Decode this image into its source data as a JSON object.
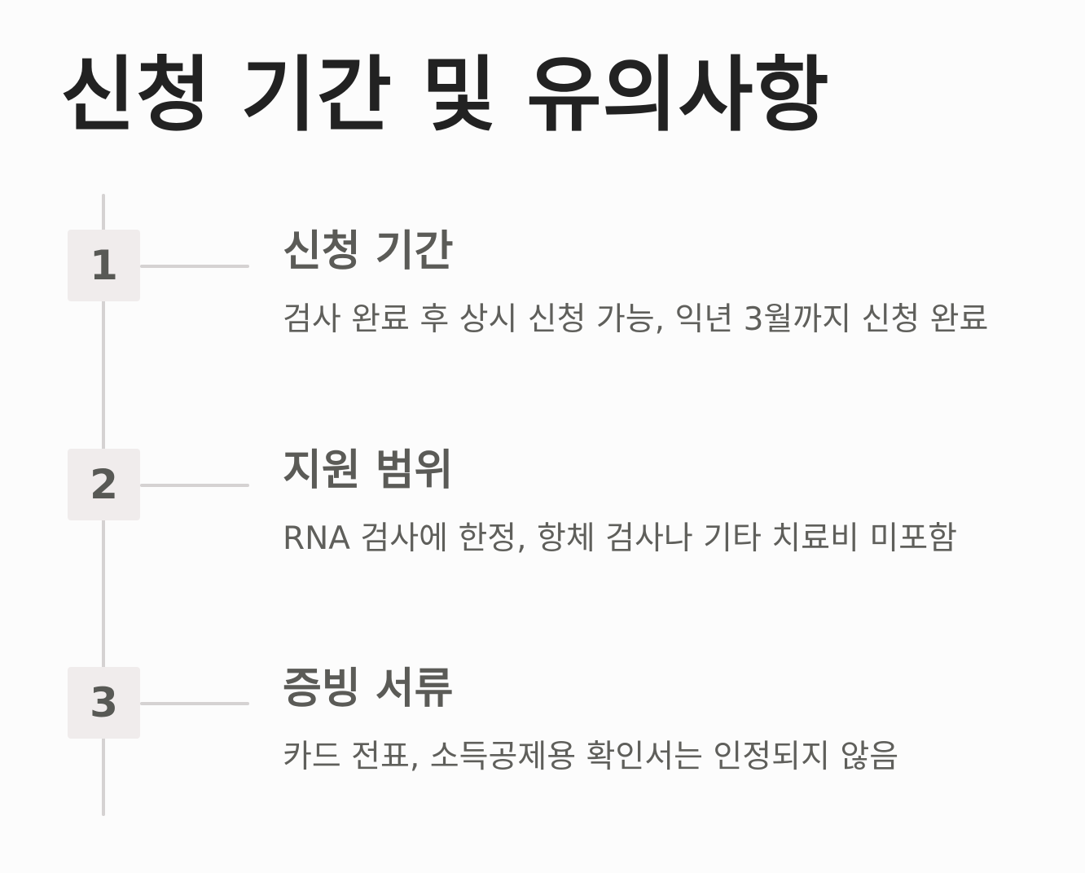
{
  "page": {
    "title": "신청 기간 및 유의사항"
  },
  "steps": [
    {
      "number": "1",
      "title": "신청 기간",
      "description": "검사 완료 후 상시 신청 가능, 익년 3월까지 신청 완료"
    },
    {
      "number": "2",
      "title": "지원 범위",
      "description": "RNA 검사에 한정, 항체 검사나 기타 치료비 미포함"
    },
    {
      "number": "3",
      "title": "증빙 서류",
      "description": "카드 전표, 소득공제용 확인서는 인정되지 않음"
    }
  ],
  "colors": {
    "background": "#fcfcfc",
    "title": "#222222",
    "step_text": "#5b5b57",
    "badge_bg": "#f0ecec",
    "line": "#d5d2d2"
  }
}
